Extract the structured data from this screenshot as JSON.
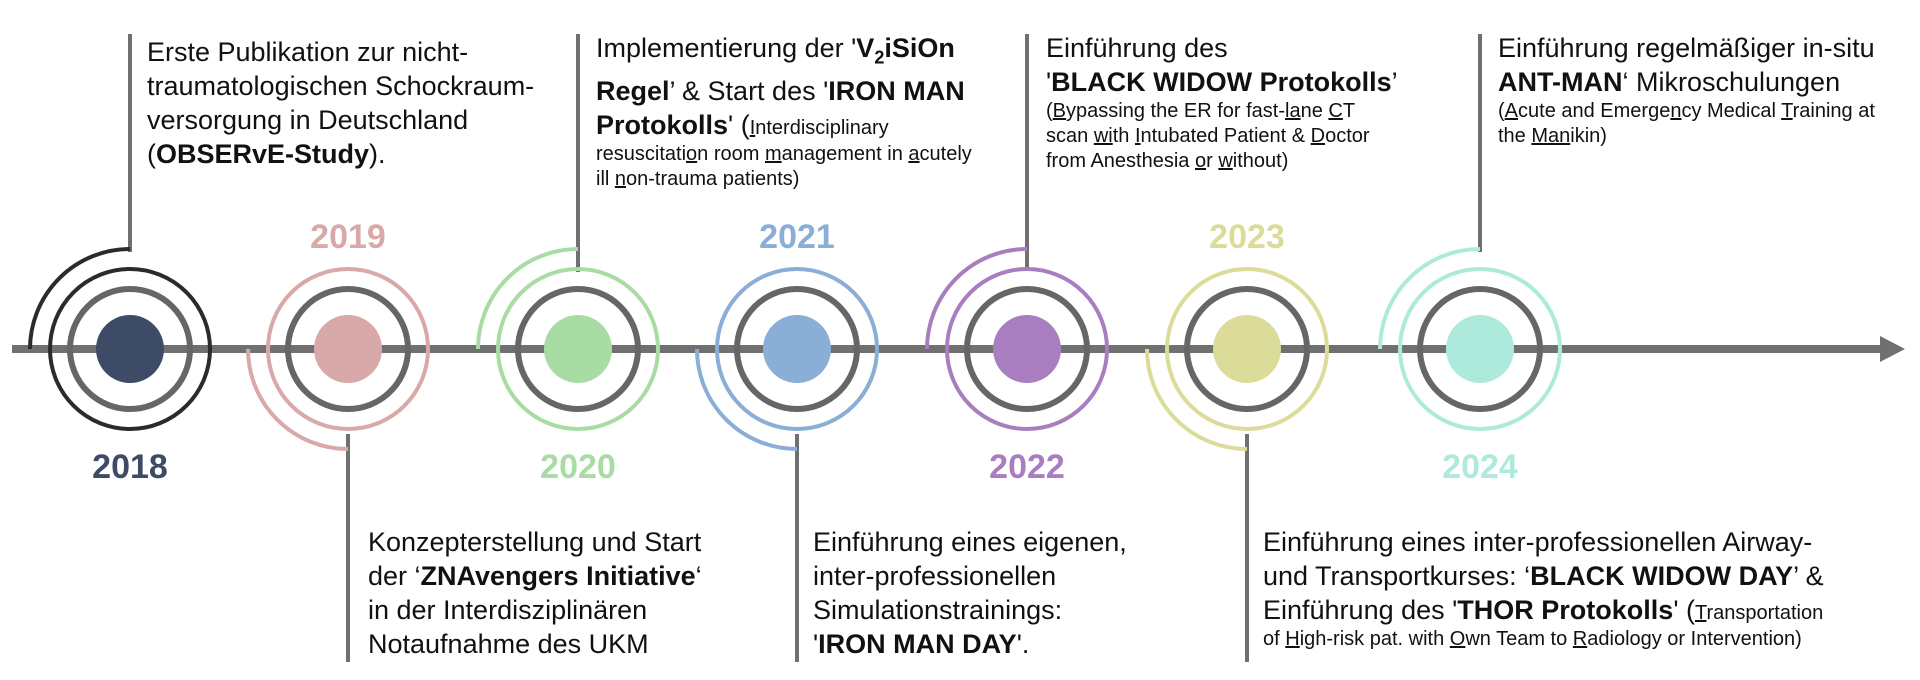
{
  "colors": {
    "axis": "#707070",
    "ring": "#666666",
    "2018": "#3d4b66",
    "2019": "#d9a8a8",
    "2020": "#a8dca3",
    "2021": "#8aaed6",
    "2022": "#a97ec0",
    "2023": "#dcdc9a",
    "2024": "#aeeadb",
    "outer_2018": "#2b2b2b"
  },
  "years": [
    "2018",
    "2019",
    "2020",
    "2021",
    "2022",
    "2023",
    "2024"
  ],
  "events": {
    "e2018": {
      "l1": "Erste Publikation zur nicht-",
      "l2": "traumatologischen Schockraum-",
      "l3": "versorgung in Deutschland",
      "l4_open": "(",
      "l4_bold": "OBSERvE-Study",
      "l4_close": ")."
    },
    "e2019": {
      "l1": "Konzepterstellung und Start",
      "l2_pre": "der ‘",
      "l2_bold": "ZNAvengers Initiative",
      "l2_post": "‘",
      "l3": "in der Interdisziplinären",
      "l4": "Notaufnahme des UKM"
    },
    "e2020": {
      "l1_pre": "Implementierung der '",
      "l1_bold_a": "V",
      "l1_sub": "2",
      "l1_bold_b": "iSiOn",
      "l2_bold": "Regel",
      "l2_mid": "’ & Start des '",
      "l2_bold2": "IRON MAN",
      "l3_bold": "Protokolls",
      "l3_post": "' (",
      "s1": "I",
      "s1r": "nterdisciplinary",
      "s2a": "resuscitati",
      "s2b": "o",
      "s2c": "n room ",
      "s2d": "m",
      "s2e": "anagement in ",
      "s2f": "a",
      "s2g": "cutely",
      "s3a": "ill ",
      "s3b": "n",
      "s3c": "on-trauma patients)"
    },
    "e2021": {
      "l1": "Einführung eines eigenen,",
      "l2": "inter-professionellen",
      "l3": "Simulationstrainings:",
      "l4_pre": "'",
      "l4_bold": "IRON MAN DAY",
      "l4_post": "'."
    },
    "e2022": {
      "l1": "Einführung des",
      "l2_pre": "'",
      "l2_bold": "BLACK WIDOW Protokolls",
      "l2_post": "’",
      "s1a": "(",
      "s1b": "B",
      "s1c": "ypassing the ER for fast-",
      "s1d": "la",
      "s1e": "ne ",
      "s1f": "C",
      "s1g": "T",
      "s2a": "scan ",
      "s2b": "wi",
      "s2c": "th ",
      "s2d": "I",
      "s2e": "ntubated Patient & ",
      "s2f": "D",
      "s2g": "octor",
      "s3a": "from Anesthesia ",
      "s3b": "o",
      "s3c": "r ",
      "s3d": "w",
      "s3e": "ithout)"
    },
    "e2023": {
      "l1": "Einführung eines inter-professionellen Airway-",
      "l2_pre": "und Transportkurses: ‘",
      "l2_bold": "BLACK WIDOW DAY",
      "l2_post": "’ &",
      "l3_pre": "Einführung des '",
      "l3_bold": "THOR Protokolls",
      "l3_post": "' (",
      "s1": "T",
      "s1r": "ransportation",
      "s2a": "of ",
      "s2b": "H",
      "s2c": "igh-risk pat. with ",
      "s2d": "O",
      "s2e": "wn Team to ",
      "s2f": "R",
      "s2g": "adiology or Intervention)"
    },
    "e2024": {
      "l1": "Einführung regelmäßiger in-situ",
      "l2_bold": "ANT-MAN",
      "l2_post": "‘ Mikroschulungen",
      "s1a": "(",
      "s1b": "A",
      "s1c": "cute and Emerge",
      "s1d": "n",
      "s1e": "cy Medical ",
      "s1f": "T",
      "s1g": "raining at",
      "s2a": "the ",
      "s2b": "Man",
      "s2c": "ikin)"
    }
  }
}
